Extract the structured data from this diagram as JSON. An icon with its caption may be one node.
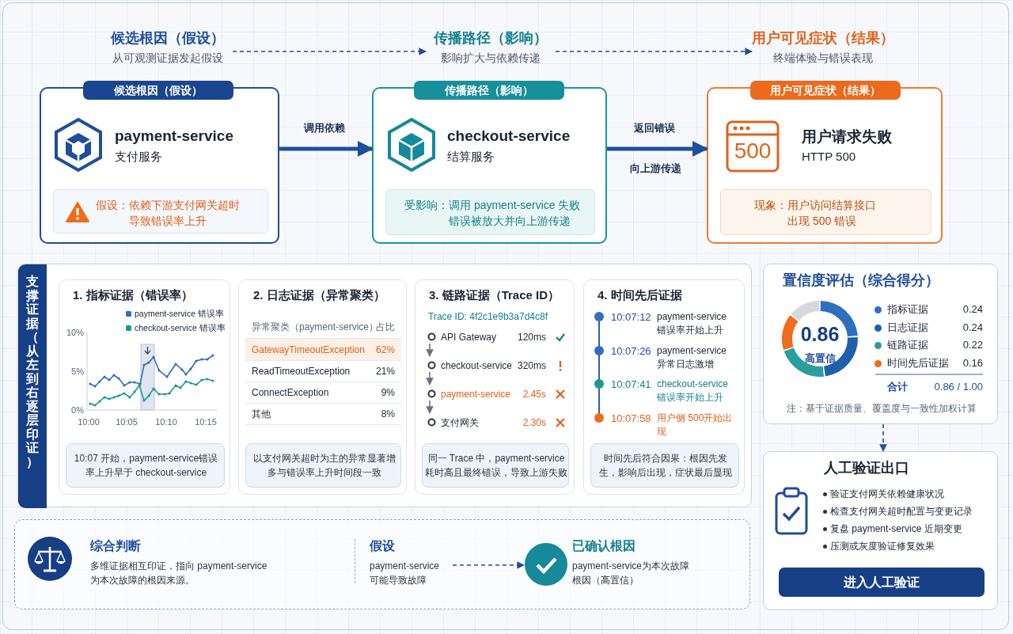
{
  "diagram": {
    "nodes": [
      {
        "text": [
          "候选根因（假设）",
          "从可观测证据发起假设"
        ]
      },
      {
        "text": [
          "传播路径（影响）",
          "影响扩大与依赖传递"
        ]
      },
      {
        "text": [
          "用户可见症状（结果）",
          "终端体验与错误表现"
        ]
      },
      {
        "text": [
          "候选根因（假设）",
          "payment-service",
          "支付服务"
        ]
      },
      {
        "text": [
          "假设：依赖下游支付网关超时导致错误率上升"
        ],
        "in": 3
      },
      {
        "text": [
          "传播路径（影响）",
          "checkout-service",
          "结算服务"
        ]
      },
      {
        "text": [
          "受影响：调用 payment-service 失败错误被放大并向上游传递"
        ],
        "in": 5
      },
      {
        "text": [
          "用户可见症状（结果）",
          "500",
          "用户请求失败",
          "HTTP 500"
        ]
      },
      {
        "text": [
          "现象：用户访问结算接口出现 500 错误"
        ],
        "in": 7
      },
      {
        "text": [
          "支撑证据（从左到右逐层印证）"
        ]
      },
      {
        "text": [
          "1. 指标证据（错误率）",
          "10%",
          "5%",
          "0%",
          "10:00",
          "10:05",
          "10:10",
          "10:15"
        ],
        "in": 9
      },
      {
        "text": [
          "10:07 开始，payment-service错误率上升早于 checkout-service"
        ],
        "in": 10
      },
      {
        "text": [
          "2. 日志证据（异常聚类）",
          "异常聚类（payment-service）",
          "占比",
          "GatewayTimeoutException",
          "62%",
          "ReadTimeoutException",
          "21%",
          "ConnectException",
          "9%",
          "其他",
          "8%"
        ],
        "in": 9
      },
      {
        "text": [
          "以支付网关超时为主的异常显著增多与错误率上升时间段一致"
        ],
        "in": 12
      },
      {
        "text": [
          "3. 链路证据（Trace ID）",
          "Trace ID: 4f2c1e9b3a7d4c8f"
        ],
        "in": 9
      },
      {
        "text": [
          "API Gateway",
          "120ms"
        ],
        "in": 14
      },
      {
        "text": [
          "checkout-service",
          "320ms"
        ],
        "in": 14
      },
      {
        "text": [
          "payment-service",
          "2.45s"
        ],
        "in": 14
      },
      {
        "text": [
          "支付网关",
          "2.30s"
        ],
        "in": 14
      },
      {
        "text": [
          "同一 Trace 中，payment-service耗时高且最终错误，导致上游失败"
        ],
        "in": 14
      },
      {
        "text": [
          "4. 时间先后证据",
          "10:07:12",
          "payment-service错误率开始上升",
          "10:07:26",
          "payment-service异常日志激增",
          "10:07:41",
          "checkout-service错误率开始上升",
          "10:07:58",
          "用户侧 500开始出现"
        ],
        "in": 9
      },
      {
        "text": [
          "时间先后符合因果：根因先发生，影响后出现，症状最后显现"
        ],
        "in": 20
      },
      {
        "text": [
          "置信度评估（综合得分）",
          "0.86",
          "高置信",
          "合计",
          "0.86 / 1.00",
          "注：基于证据质量、覆盖度与一致性加权计算"
        ]
      },
      {
        "text": [
          "人工验证出口",
          "验证支付网关依赖健康状况",
          "检查支付网关超时配置与变更记录",
          "复盘 payment-service 近期变更",
          "压测或灰度验证修复效果",
          "进入人工验证"
        ]
      },
      {
        "text": [
          "综合判断",
          "多维证据相互印证，指向 payment-service为本次故障的根因来源。"
        ]
      },
      {
        "text": [
          "假设",
          "payment-service可能导致故障"
        ],
        "in": 24
      },
      {
        "text": [
          "已确认根因",
          "payment-service为本次故障根因（高置信）"
        ],
        "in": 24
      }
    ],
    "edges": [
      {
        "from": 0,
        "to": 1,
        "arrow": "to",
        "style": "dashed"
      },
      {
        "from": 1,
        "to": 2,
        "arrow": "to",
        "style": "dashed"
      },
      {
        "from": 3,
        "to": 5,
        "arrow": "to",
        "style": "thick",
        "label": "调用依赖"
      },
      {
        "from": 5,
        "to": 7,
        "arrow": "to",
        "style": "thick",
        "label": "返回错误"
      },
      {
        "from": 15,
        "to": 16,
        "arrow": "to",
        "color": "#6b7280"
      },
      {
        "from": 16,
        "to": 17,
        "arrow": "to",
        "color": "#6b7280"
      },
      {
        "from": 17,
        "to": 18,
        "arrow": "to",
        "color": "#6b7280"
      },
      {
        "from": 22,
        "to": 23,
        "arrow": "to",
        "style": "dashed"
      },
      {
        "from": 25,
        "to": 26,
        "arrow": "to",
        "style": "dashed"
      }
    ],
    "labels": [
      "向上游传递"
    ],
    "legend": [
      {
        "text": "payment-service 错误率",
        "color": "#2f6fc0"
      },
      {
        "text": "checkout-service 错误率",
        "color": "#1a9a94"
      }
    ],
    "chart_data": {
      "type": "donut",
      "categories": [
        "指标证据",
        "日志证据",
        "链路证据",
        "时间先后证据",
        null
      ],
      "series": [
        {
          "values": [
            0.24,
            0.24,
            0.22,
            0.16,
            0.14
          ]
        }
      ],
      "value_labels": [
        "0.24",
        "0.24",
        "0.22",
        "0.16",
        null
      ],
      "legend": "right"
    }
  }
}
